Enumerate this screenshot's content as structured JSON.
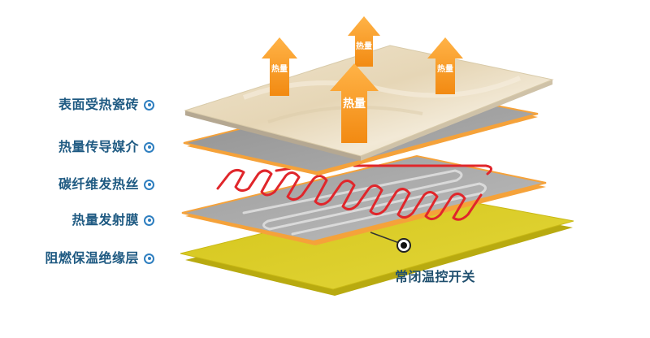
{
  "layers": [
    {
      "label": "表面受热瓷砖"
    },
    {
      "label": "热量传导媒介"
    },
    {
      "label": "碳纤维发热丝"
    },
    {
      "label": "热量发射膜"
    },
    {
      "label": "阻燃保温绝缘层"
    }
  ],
  "switch_label": "常闭温控开关",
  "heat_arrow_text": "热量",
  "colors": {
    "label_text": "#1f5a82",
    "bullet": "#2f7fc0",
    "arrow": "#f59a23",
    "insulation": "#d9cc1f",
    "emission_film": "#a8a8a8",
    "conduction_medium": "#9a9a9a",
    "tile": "#ece0c8",
    "heating_wire": "#e0262b"
  },
  "icons": [
    "target-bullet-icon",
    "heat-arrow-icon",
    "switch-node-icon"
  ]
}
